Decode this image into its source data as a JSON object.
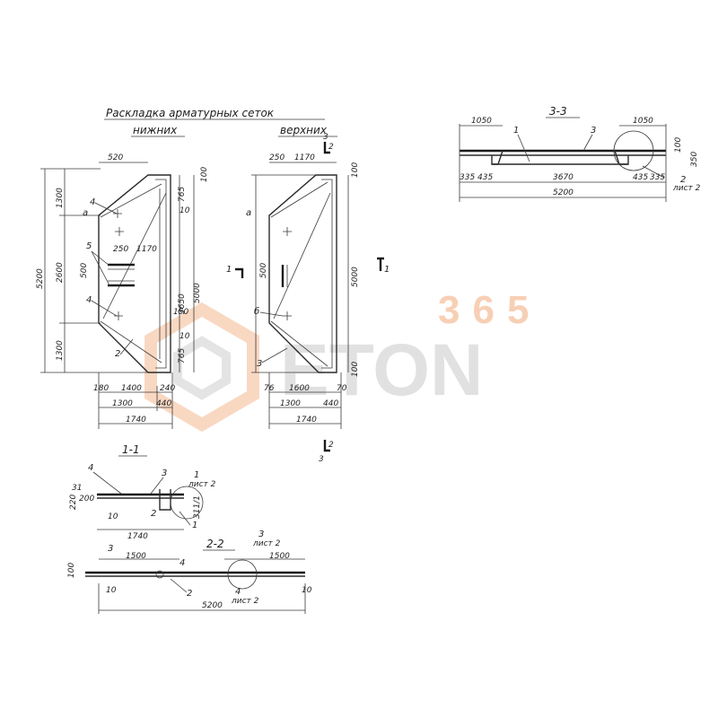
{
  "title": {
    "line1": "Раскладка арматурных сеток",
    "lower": "нижних",
    "upper": "верхних"
  },
  "watermark": {
    "number": "365",
    "brand": "ETON",
    "colors": {
      "number": "#f2a877",
      "brand": "#c9c9c9"
    }
  },
  "sections": {
    "s11": "1-1",
    "s22": "2-2",
    "s33": "3-3"
  },
  "cut_marks": {
    "one": "1",
    "two": "2",
    "three": "3"
  },
  "callouts": {
    "c1": "1",
    "c2": "2",
    "c3": "3",
    "c4": "4",
    "c5": "5",
    "a": "a",
    "b": "б"
  },
  "sheet_ref": "лист 2",
  "plan_lower": {
    "d520": "520",
    "d1300a": "1300",
    "d2600": "2600",
    "d1300b": "1300",
    "d5200": "5200",
    "d250": "250",
    "d1170": "1170",
    "d500": "500",
    "d765a": "765",
    "d765b": "765",
    "d3650": "3650",
    "d5000": "5000",
    "d150": "150",
    "d10a": "10",
    "d10b": "10",
    "d100": "100",
    "d180": "180",
    "d1400": "1400",
    "d240": "240",
    "d1300c": "1300",
    "d440": "440",
    "d1740": "1740"
  },
  "plan_upper": {
    "d250": "250",
    "d1170": "1170",
    "d100a": "100",
    "d500": "500",
    "d5000": "5000",
    "d100b": "100",
    "d76": "76",
    "d1600": "1600",
    "d70": "70",
    "d1300": "1300",
    "d440": "440",
    "d1740": "1740"
  },
  "section_33": {
    "d1050a": "1050",
    "d1050b": "1050",
    "d100": "100",
    "d350": "350",
    "d335a": "335",
    "d435a": "435",
    "d3670": "3670",
    "d435b": "435",
    "d335b": "335",
    "d5200": "5200"
  },
  "section_11": {
    "d220": "220",
    "d31": "31",
    "d200": "200",
    "d10": "10",
    "d311": "311/1",
    "d1740": "1740"
  },
  "section_22": {
    "d100": "100",
    "d1500a": "1500",
    "d1500b": "1500",
    "d10a": "10",
    "d10b": "10",
    "d5200": "5200"
  }
}
